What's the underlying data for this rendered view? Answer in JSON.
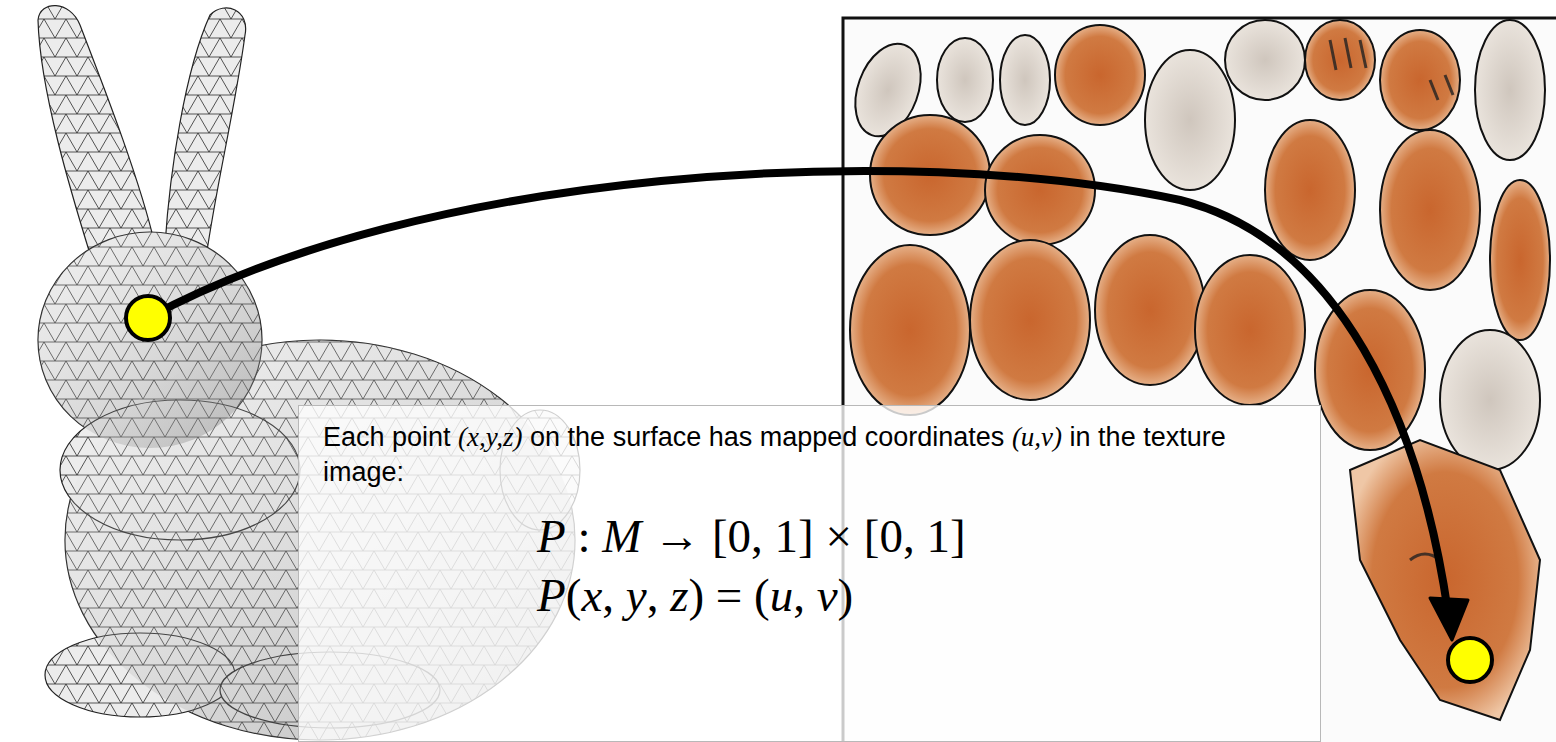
{
  "diagram": {
    "nodes": [
      {
        "text": [
          "Each point (x,y,z) on the surface has mapped coordinates (u,v) in the texture image:",
          "P : M → [0, 1] × [0, 1]",
          "P(x, y, z) = (u, v)"
        ]
      }
    ]
  }
}
